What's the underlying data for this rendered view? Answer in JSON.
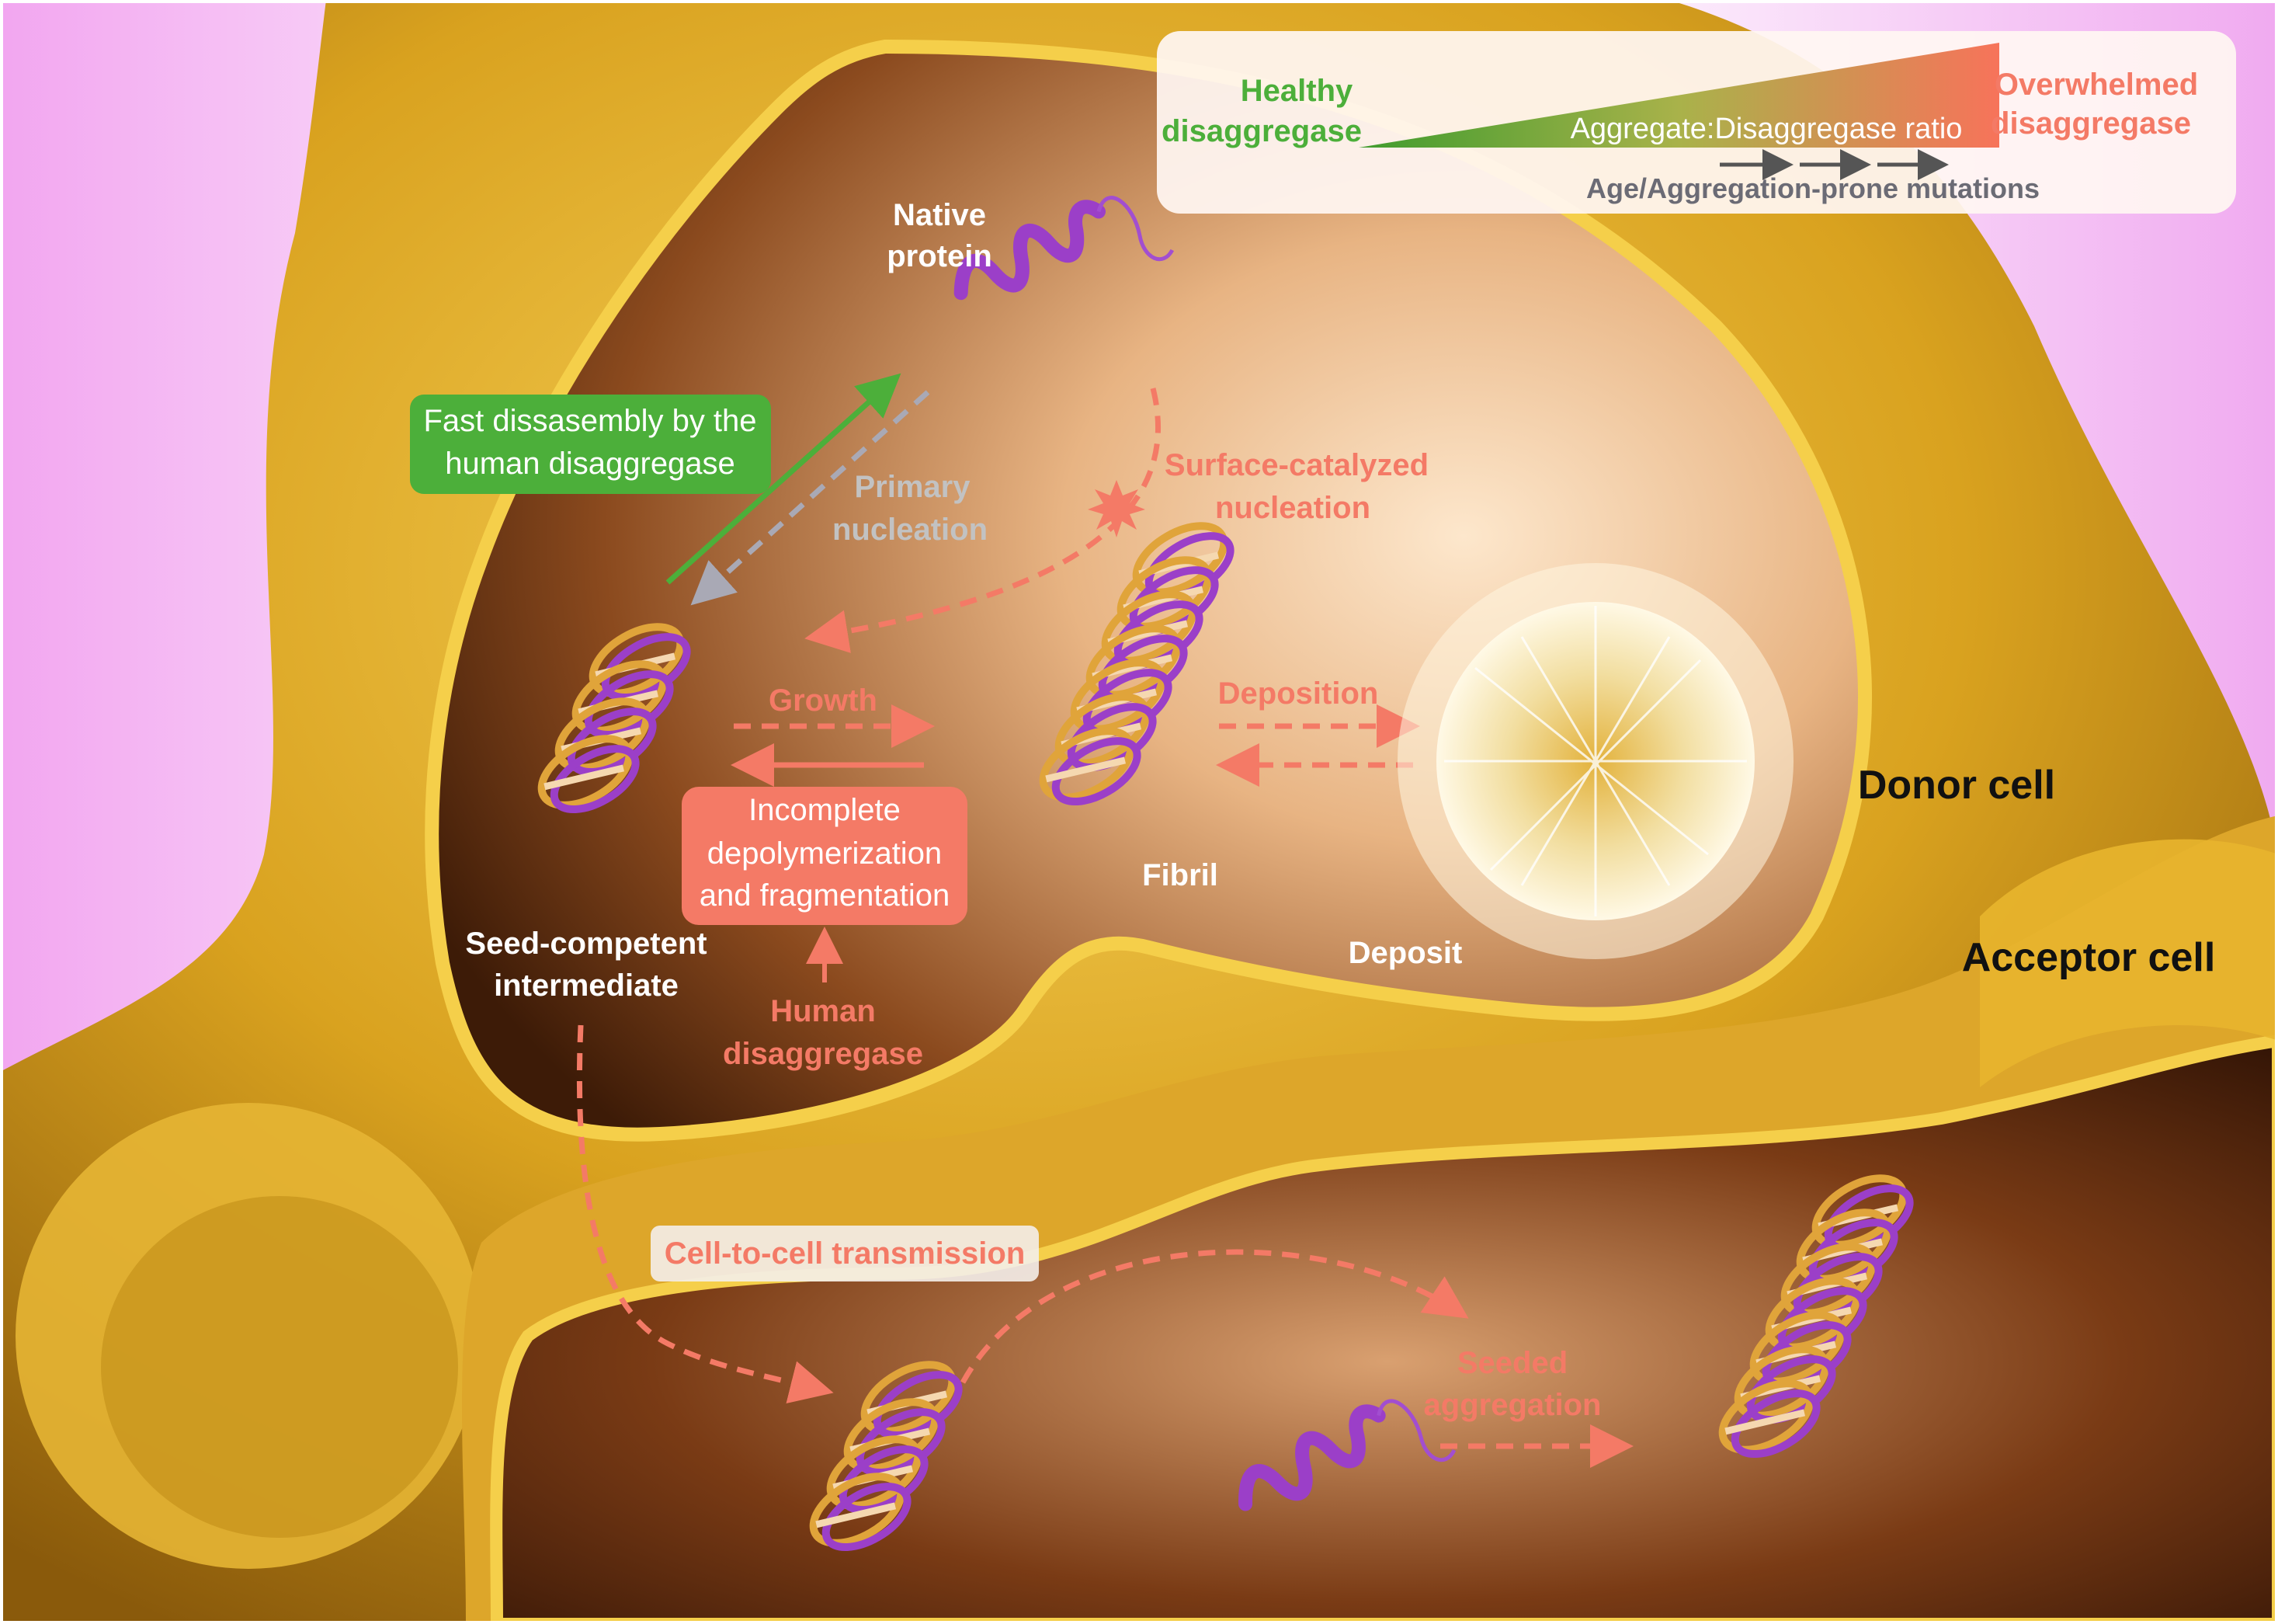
{
  "colors": {
    "membrane": "#e0ae23",
    "membrane_dark": "#8a5a0b",
    "cytoplasm": "#5c2e10",
    "cytoplasm_light": "#f2c79a",
    "healthy_green": "#4caf3a",
    "salmon": "#f47a66",
    "protein_purple": "#9b3fc8",
    "fibril_gold": "#e0a43a",
    "background_pink": "#f2b3ee"
  },
  "legend": {
    "healthy_line1": "Healthy",
    "healthy_line2": "disaggregase",
    "ratio": "Aggregate:Disaggregase ratio",
    "overwhelmed_line1": "Overwhelmed",
    "overwhelmed_line2": "disaggregase",
    "age": "Age/Aggregation-prone mutations"
  },
  "labels": {
    "native_line1": "Native",
    "native_line2": "protein",
    "fast_line1": "Fast dissasembly by the",
    "fast_line2": "human disaggregase",
    "primary_line1": "Primary",
    "primary_line2": "nucleation",
    "surface_line1": "Surface-catalyzed",
    "surface_line2": "nucleation",
    "growth": "Growth",
    "deposition": "Deposition",
    "incomplete_line1": "Incomplete",
    "incomplete_line2": "depolymerization",
    "incomplete_line3": "and fragmentation",
    "fibril": "Fibril",
    "deposit": "Deposit",
    "seed_line1": "Seed-competent",
    "seed_line2": "intermediate",
    "human_line1": "Human",
    "human_line2": "disaggregase",
    "donor": "Donor cell",
    "acceptor": "Acceptor cell",
    "transmission": "Cell-to-cell transmission",
    "seeded_line1": "Seeded",
    "seeded_line2": "aggregation"
  }
}
